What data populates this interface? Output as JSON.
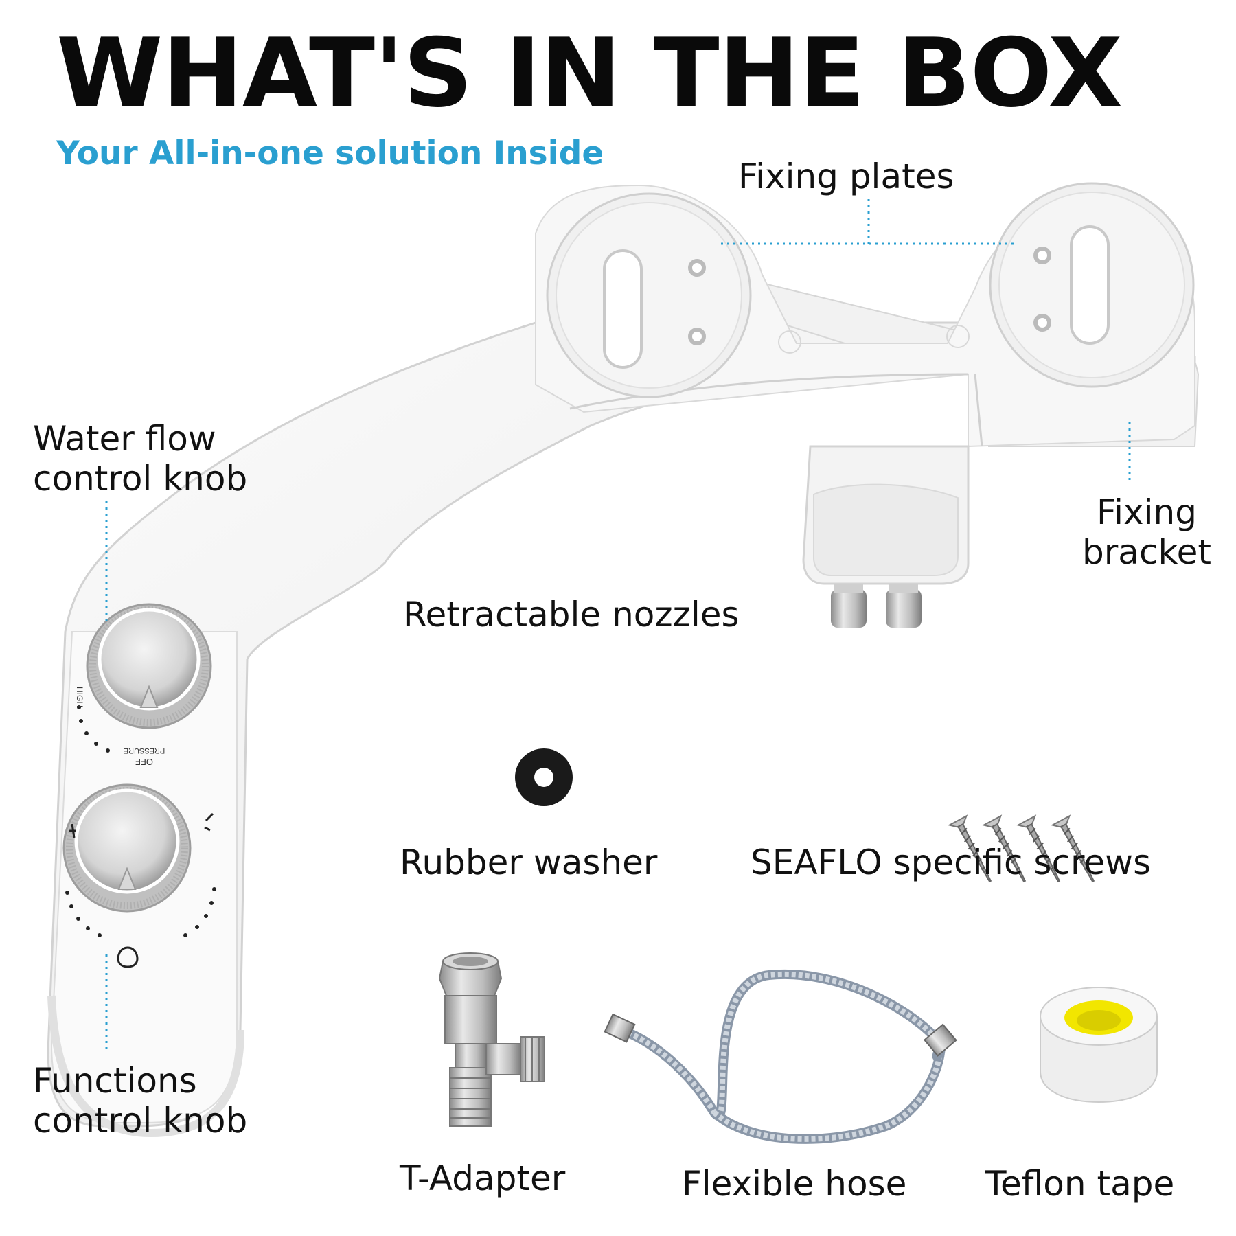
{
  "header": {
    "title": "WHAT'S IN THE BOX",
    "subtitle": "Your All-in-one solution Inside"
  },
  "labels": {
    "fixing_plates": "Fixing plates",
    "water_flow_line1": "Water flow",
    "water_flow_line2": "control knob",
    "fixing_bracket_line1": "Fixing",
    "fixing_bracket_line2": "bracket",
    "retractable_nozzles": "Retractable nozzles",
    "functions_line1": "Functions",
    "functions_line2": "control knob",
    "rubber_washer": "Rubber washer",
    "screws": "SEAFLO specific screws",
    "t_adapter": "T-Adapter",
    "flexible_hose": "Flexible hose",
    "teflon_tape": "Teflon tape"
  },
  "device_markings": {
    "high": "HIGH",
    "off": "OFF",
    "pressure": "PRESSURE"
  },
  "colors": {
    "accent": "#2a9fd0",
    "tape_yellow": "#f2e600"
  }
}
